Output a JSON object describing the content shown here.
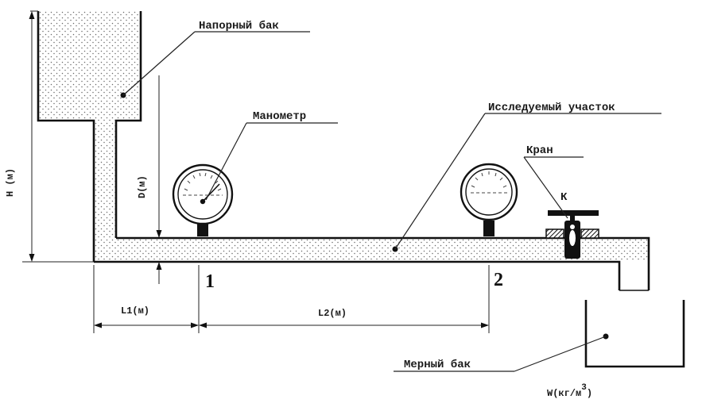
{
  "labels": {
    "pressure_tank": "Напорный бак",
    "manometer": "Манометр",
    "test_section": "Исследуемый участок",
    "valve": "Кран",
    "valve_letter": "К",
    "measuring_tank": "Мерный бак",
    "point_1": "1",
    "point_2": "2"
  },
  "dimensions": {
    "H": "Н (м)",
    "D": "D(м)",
    "L1": "L1(м)",
    "L2": "L2(м)",
    "W_prefix": "W(кг/м",
    "W_power": "3",
    "W_suffix": ")"
  },
  "colors": {
    "line": "#111111",
    "fluid_dots": "#666666",
    "background": "#ffffff"
  }
}
